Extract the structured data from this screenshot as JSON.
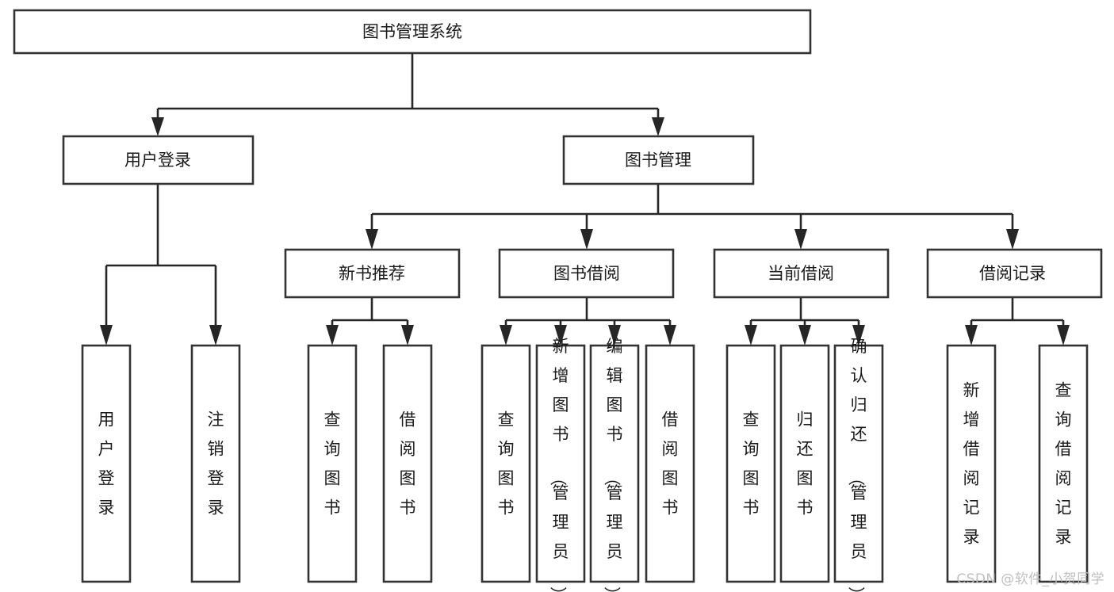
{
  "diagram": {
    "type": "tree-hierarchy",
    "title": "图书管理系统",
    "orientation": "top-down",
    "colors": {
      "box_border": "#333333",
      "box_fill": "#ffffff",
      "connector": "#262626",
      "text": "#1a1a1a",
      "watermark": "#bfbfbf",
      "background": "#ffffff"
    },
    "root": {
      "label": "图书管理系统"
    },
    "level2": [
      {
        "id": "user-login",
        "label": "用户登录"
      },
      {
        "id": "book-management",
        "label": "图书管理"
      }
    ],
    "level3": [
      {
        "id": "new-book-recommend",
        "label": "新书推荐"
      },
      {
        "id": "book-borrow",
        "label": "图书借阅"
      },
      {
        "id": "current-borrow",
        "label": "当前借阅"
      },
      {
        "id": "borrow-record",
        "label": "借阅记录"
      }
    ],
    "leaves": {
      "user_login": [
        {
          "id": "leaf-user-login",
          "label": "用户登录"
        },
        {
          "id": "leaf-logout-login",
          "label": "注销登录"
        }
      ],
      "new_book_recommend": [
        {
          "id": "leaf-query-book-1",
          "label": "查询图书"
        },
        {
          "id": "leaf-borrow-book-1",
          "label": "借阅图书"
        }
      ],
      "book_borrow": [
        {
          "id": "leaf-query-book-2",
          "label": "查询图书"
        },
        {
          "id": "leaf-add-book",
          "label": "新增图书（管理员）"
        },
        {
          "id": "leaf-edit-book",
          "label": "编辑图书（管理员）"
        },
        {
          "id": "leaf-borrow-book-2",
          "label": "借阅图书"
        }
      ],
      "current_borrow": [
        {
          "id": "leaf-query-book-3",
          "label": "查询图书"
        },
        {
          "id": "leaf-return-book",
          "label": "归还图书"
        },
        {
          "id": "leaf-confirm-return",
          "label": "确认归还（管理员）"
        }
      ],
      "borrow_record": [
        {
          "id": "leaf-add-borrow-record",
          "label": "新增借阅记录"
        },
        {
          "id": "leaf-query-borrow-record",
          "label": "查询借阅记录"
        }
      ]
    }
  },
  "watermark": {
    "text": "CSDN @软件_小贺同学"
  }
}
